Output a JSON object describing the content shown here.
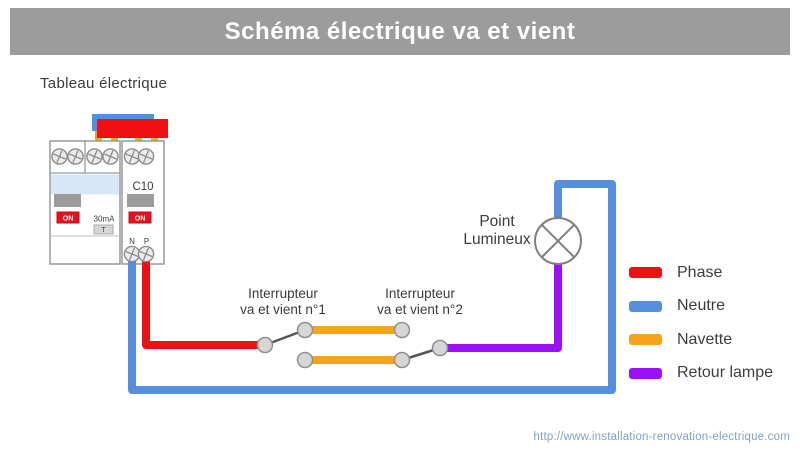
{
  "header": {
    "title": "Schéma électrique va et vient"
  },
  "panel": {
    "label": "Tableau électrique",
    "breaker_rating": "C10",
    "sensitivity": "30mA",
    "test_button": "T",
    "on_label": "ON",
    "neutral_terminal": "N",
    "phase_terminal": "P"
  },
  "labels": {
    "switch1_line1": "Interrupteur",
    "switch1_line2": "va et vient n°1",
    "switch2_line1": "Interrupteur",
    "switch2_line2": "va et vient n°2",
    "lamp_line1": "Point",
    "lamp_line2": "Lumineux"
  },
  "legend": {
    "items": [
      {
        "label": "Phase",
        "color": "#ee1111"
      },
      {
        "label": "Neutre",
        "color": "#568fdd"
      },
      {
        "label": "Navette",
        "color": "#f5a21d"
      },
      {
        "label": "Retour lampe",
        "color": "#9c10f5"
      }
    ]
  },
  "colors": {
    "phase": "#ee1111",
    "neutre": "#568fdd",
    "navette": "#f5a21d",
    "retour_lampe": "#9c10f5",
    "header_bg": "#9c9c9c",
    "on_button": "#e8101c",
    "blue_band": "#d8e7f7"
  },
  "footer": {
    "url": "http://www.installation-renovation-electrique.com"
  }
}
